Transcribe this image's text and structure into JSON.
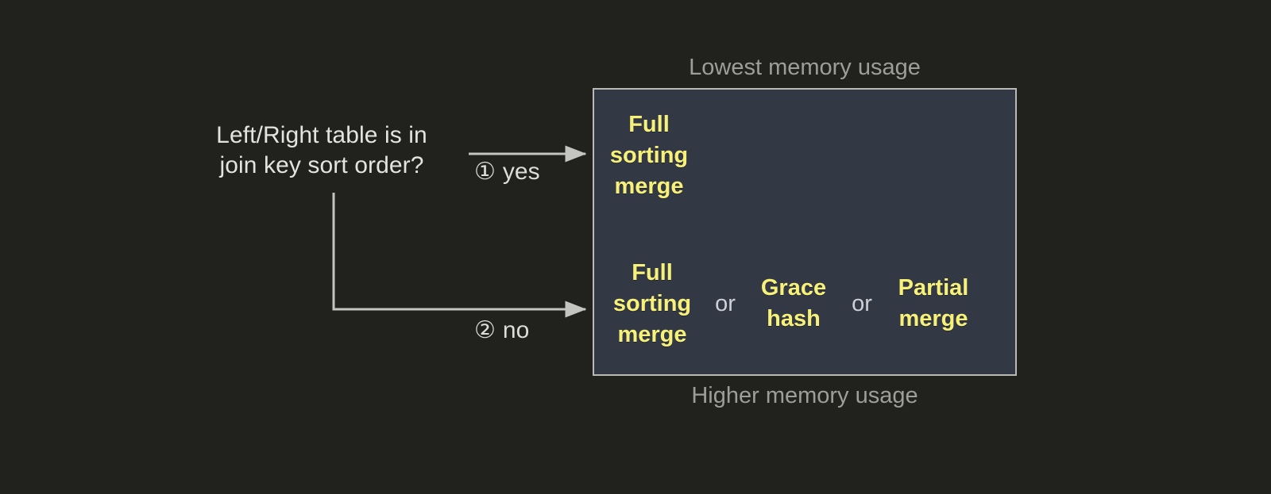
{
  "diagram": {
    "question": "Left/Right table is in\njoin key sort order?",
    "branches": [
      {
        "marker": "①",
        "label": "yes"
      },
      {
        "marker": "②",
        "label": "no"
      }
    ],
    "captions": {
      "top": "Lowest memory usage",
      "bottom": "Higher memory usage"
    },
    "panel": {
      "rows": [
        {
          "options": [
            {
              "text": "Full\nsorting\nmerge"
            }
          ],
          "separators": []
        },
        {
          "options": [
            {
              "text": "Full\nsorting\nmerge"
            },
            {
              "text": "Grace\nhash"
            },
            {
              "text": "Partial\nmerge"
            }
          ],
          "separators": [
            "or",
            "or"
          ]
        }
      ]
    },
    "colors": {
      "background": "#21211d",
      "panel_fill": "#333845",
      "panel_border": "#b9b9b6",
      "strategy_text": "#f7f17a",
      "question_text": "#e3e3e0",
      "caption_text": "#9d9d99",
      "connector": "#c4c4c1"
    }
  }
}
